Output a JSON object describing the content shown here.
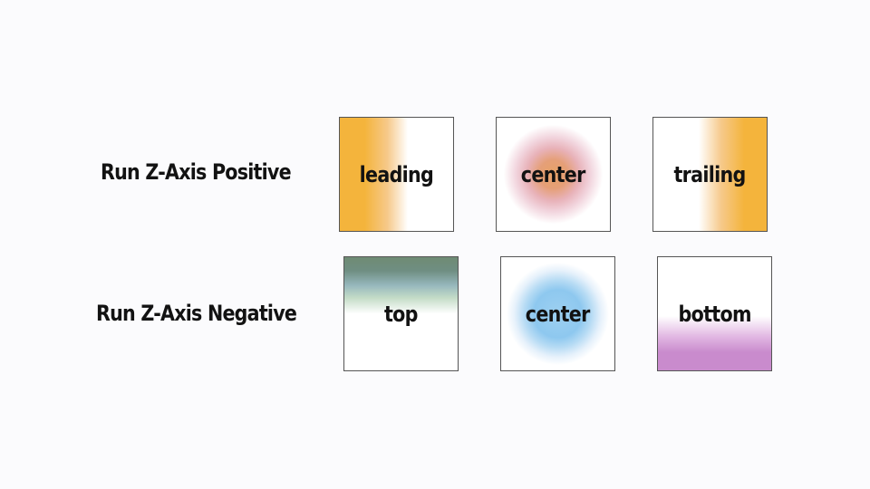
{
  "rows": [
    {
      "label": "Run Z-Axis Positive",
      "tiles": [
        "leading",
        "center",
        "trailing"
      ]
    },
    {
      "label": "Run Z-Axis Negative",
      "tiles": [
        "top",
        "center",
        "bottom"
      ]
    }
  ],
  "colors": {
    "background": "#fbfbfd",
    "leading_trailing": "#f4b43c",
    "center_positive": "#e59f78",
    "top": "#6f8b74",
    "center_negative": "#8ec8ef",
    "bottom": "#c98bcd"
  }
}
